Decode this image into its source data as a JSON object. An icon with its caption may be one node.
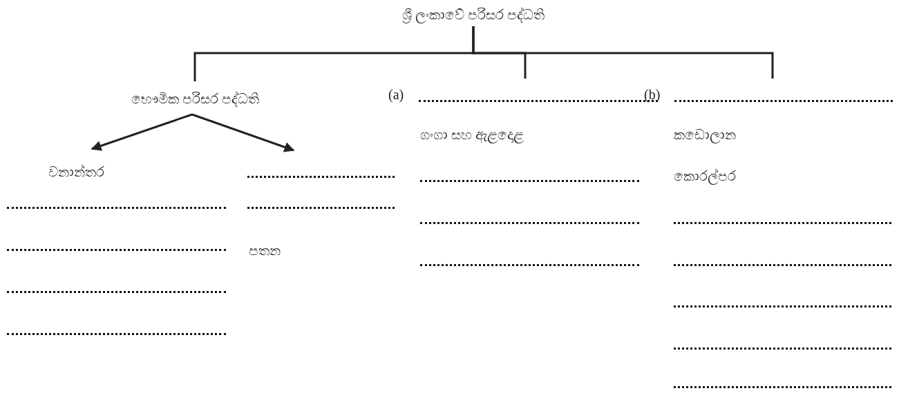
{
  "diagram": {
    "nodes": [
      {
        "text": [
          "ශ්‍රී ලංකාවේ පරිසර පද්ධති"
        ]
      },
      {
        "text": [
          "භෞමික පරිසර පද්ධති"
        ]
      },
      {
        "text": [
          "(a)"
        ]
      },
      {
        "text": [
          "(b)"
        ]
      },
      {
        "text": [
          "වනාන්තර"
        ]
      },
      {
        "text": [],
        "shape": "line"
      }
    ],
    "edges": [
      {
        "from": 0,
        "to": 1,
        "arrow": "none"
      },
      {
        "from": 0,
        "to": 2,
        "arrow": "none"
      },
      {
        "from": 0,
        "to": 3,
        "arrow": "none"
      },
      {
        "from": 1,
        "to": 4,
        "arrow": "to"
      },
      {
        "from": 1,
        "to": 5,
        "arrow": "to"
      }
    ],
    "labels": [
      "ගංගා සහ ඇළදොළ",
      "කඩොලාන",
      "කොරල්පර",
      "පතන"
    ]
  }
}
